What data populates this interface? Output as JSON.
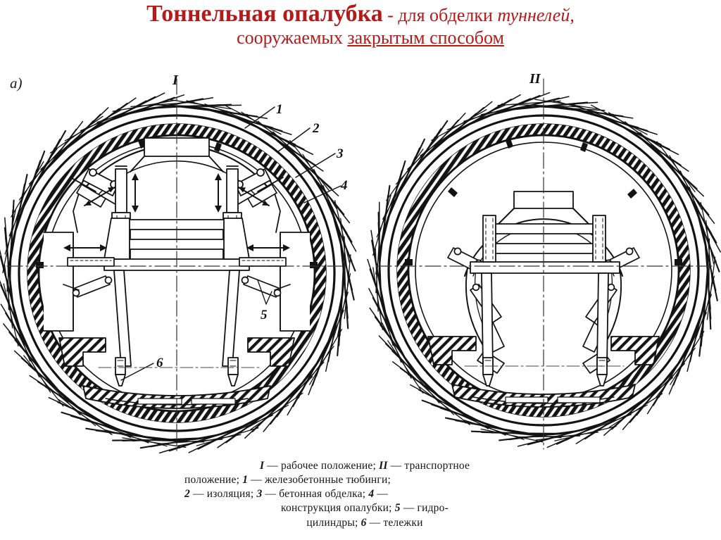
{
  "title": {
    "main": "Тоннельная опалубка",
    "dash": " - ",
    "sub_before": "для  обделки ",
    "italic_word": "туннелей,",
    "line2_plain": "сооружаемых ",
    "line2_underlined": "закрытым способом",
    "color": "#B31A1A"
  },
  "panel": {
    "marker": "а)"
  },
  "figure": {
    "position_working": "I",
    "position_transport": "II",
    "callouts": [
      {
        "id": "1",
        "label": "1"
      },
      {
        "id": "2",
        "label": "2"
      },
      {
        "id": "3",
        "label": "3"
      },
      {
        "id": "4",
        "label": "4"
      },
      {
        "id": "5",
        "label": "5"
      },
      {
        "id": "6",
        "label": "6"
      }
    ]
  },
  "caption": {
    "line1_num": "I",
    "line1_a": " — рабочее положение; ",
    "line1_num2": "II",
    "line1_b": " — транспортное",
    "line2_a": "положение; ",
    "line2_num": "1",
    "line2_b": " — железобетонные тюбинги;",
    "line3_num": "2",
    "line3_a": " — изоляция; ",
    "line3_num2": "3",
    "line3_b": " — бетонная обделка; ",
    "line3_num3": "4",
    "line3_c": " —",
    "line4_a": "конструкция опалубки; ",
    "line4_num": "5",
    "line4_b": " — гидро-",
    "line5_a": "цилиндры; ",
    "line5_num": "6",
    "line5_b": " — тележки"
  },
  "colors": {
    "ink": "#121212",
    "background": "#ffffff",
    "title_red": "#B31A1A"
  }
}
